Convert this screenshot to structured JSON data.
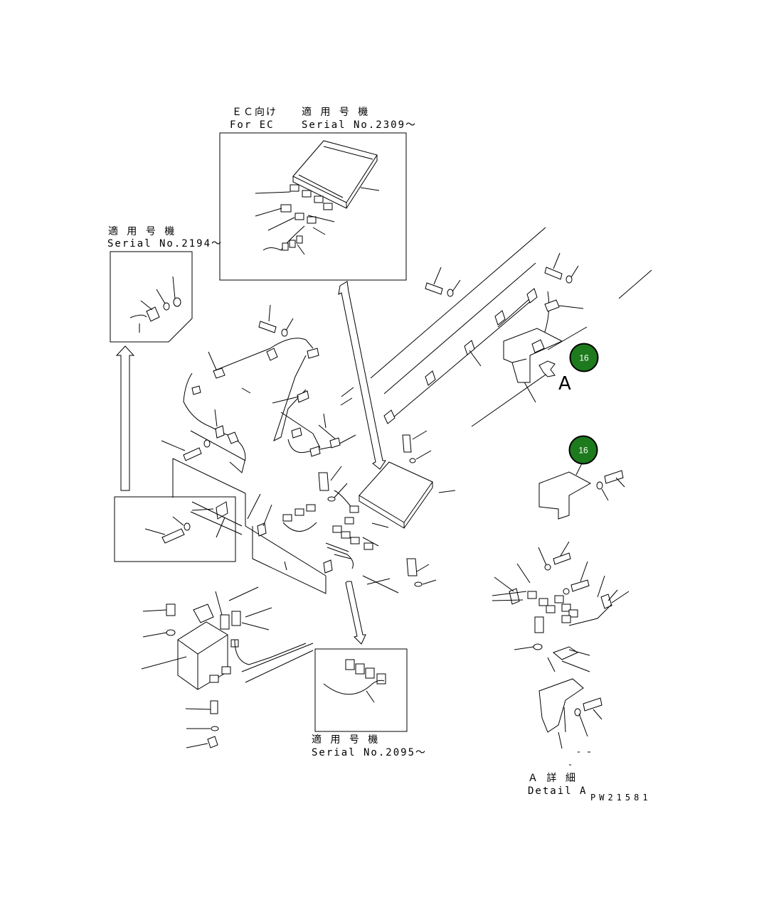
{
  "ec_note": {
    "line1_jp": "ＥＣ向け",
    "line1_en": "For EC"
  },
  "serial_2309": {
    "jp": "適 用 号 機",
    "en": "Serial No.2309～"
  },
  "serial_2194": {
    "jp": "適 用 号 機",
    "en": "Serial No.2194～"
  },
  "serial_2095": {
    "jp": "適 用 号 機",
    "en": "Serial No.2095～"
  },
  "view_letter": "A",
  "detail": {
    "jp": "Ａ 詳 細",
    "en": "Detail A"
  },
  "drawing_code": "PW21581",
  "callouts": [
    {
      "label": "16"
    },
    {
      "label": "16"
    }
  ],
  "colors": {
    "badge_fill": "#1d7a1d",
    "badge_ring": "#000000",
    "line": "#000000"
  }
}
